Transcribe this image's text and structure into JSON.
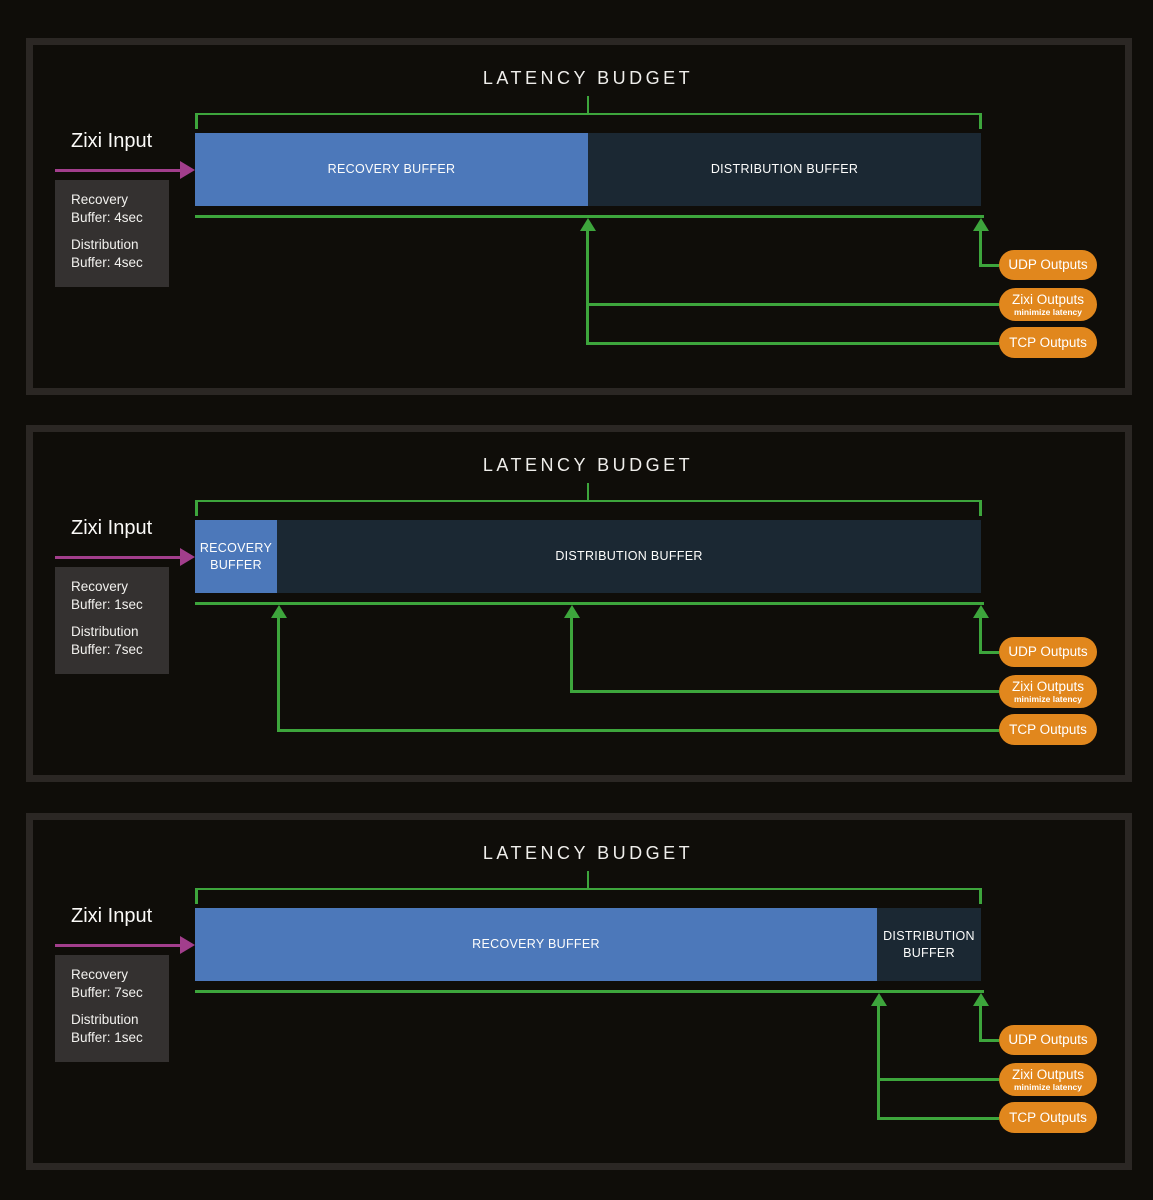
{
  "colors": {
    "background": "#0f0d09",
    "panel_border": "#2b2724",
    "recovery_blue": "#4c78ba",
    "distribution_navy": "#1b2833",
    "connector_green": "#3da53c",
    "output_orange": "#e1871d",
    "input_magenta": "#a23e8c",
    "text": "#f2f1ee",
    "info_box_bg": "#343130"
  },
  "panels": [
    {
      "title": "LATENCY BUDGET",
      "input_label": "Zixi Input",
      "info_lines": [
        "Recovery Buffer: 4sec",
        "Distribution Buffer: 4sec"
      ],
      "recovery_buffer_seconds": 4,
      "distribution_buffer_seconds": 4,
      "recovery_label": "RECOVERY BUFFER",
      "distribution_label": "DISTRIBUTION BUFFER",
      "recovery_fraction": 0.5,
      "outputs": [
        {
          "label": "UDP Outputs",
          "sublabel": "",
          "tap_fraction": 1.0
        },
        {
          "label": "Zixi Outputs",
          "sublabel": "minimize latency",
          "tap_fraction": 0.5
        },
        {
          "label": "TCP Outputs",
          "sublabel": "",
          "tap_fraction": 0.5
        }
      ]
    },
    {
      "title": "LATENCY BUDGET",
      "input_label": "Zixi Input",
      "info_lines": [
        "Recovery Buffer: 1sec",
        "Distribution Buffer: 7sec"
      ],
      "recovery_buffer_seconds": 1,
      "distribution_buffer_seconds": 7,
      "recovery_label": "RECOVERY BUFFER",
      "distribution_label": "DISTRIBUTION BUFFER",
      "recovery_fraction": 0.104,
      "outputs": [
        {
          "label": "UDP Outputs",
          "sublabel": "",
          "tap_fraction": 1.0
        },
        {
          "label": "Zixi Outputs",
          "sublabel": "minimize latency",
          "tap_fraction": 0.48
        },
        {
          "label": "TCP Outputs",
          "sublabel": "",
          "tap_fraction": 0.107
        }
      ]
    },
    {
      "title": "LATENCY BUDGET",
      "input_label": "Zixi Input",
      "info_lines": [
        "Recovery Buffer: 7sec",
        "Distribution Buffer: 1sec"
      ],
      "recovery_buffer_seconds": 7,
      "distribution_buffer_seconds": 1,
      "recovery_label": "RECOVERY BUFFER",
      "distribution_label": "DISTRIBUTION BUFFER",
      "recovery_fraction": 0.868,
      "outputs": [
        {
          "label": "UDP Outputs",
          "sublabel": "",
          "tap_fraction": 1.0
        },
        {
          "label": "Zixi Outputs",
          "sublabel": "minimize latency",
          "tap_fraction": 0.87
        },
        {
          "label": "TCP Outputs",
          "sublabel": "",
          "tap_fraction": 0.87
        }
      ]
    }
  ]
}
